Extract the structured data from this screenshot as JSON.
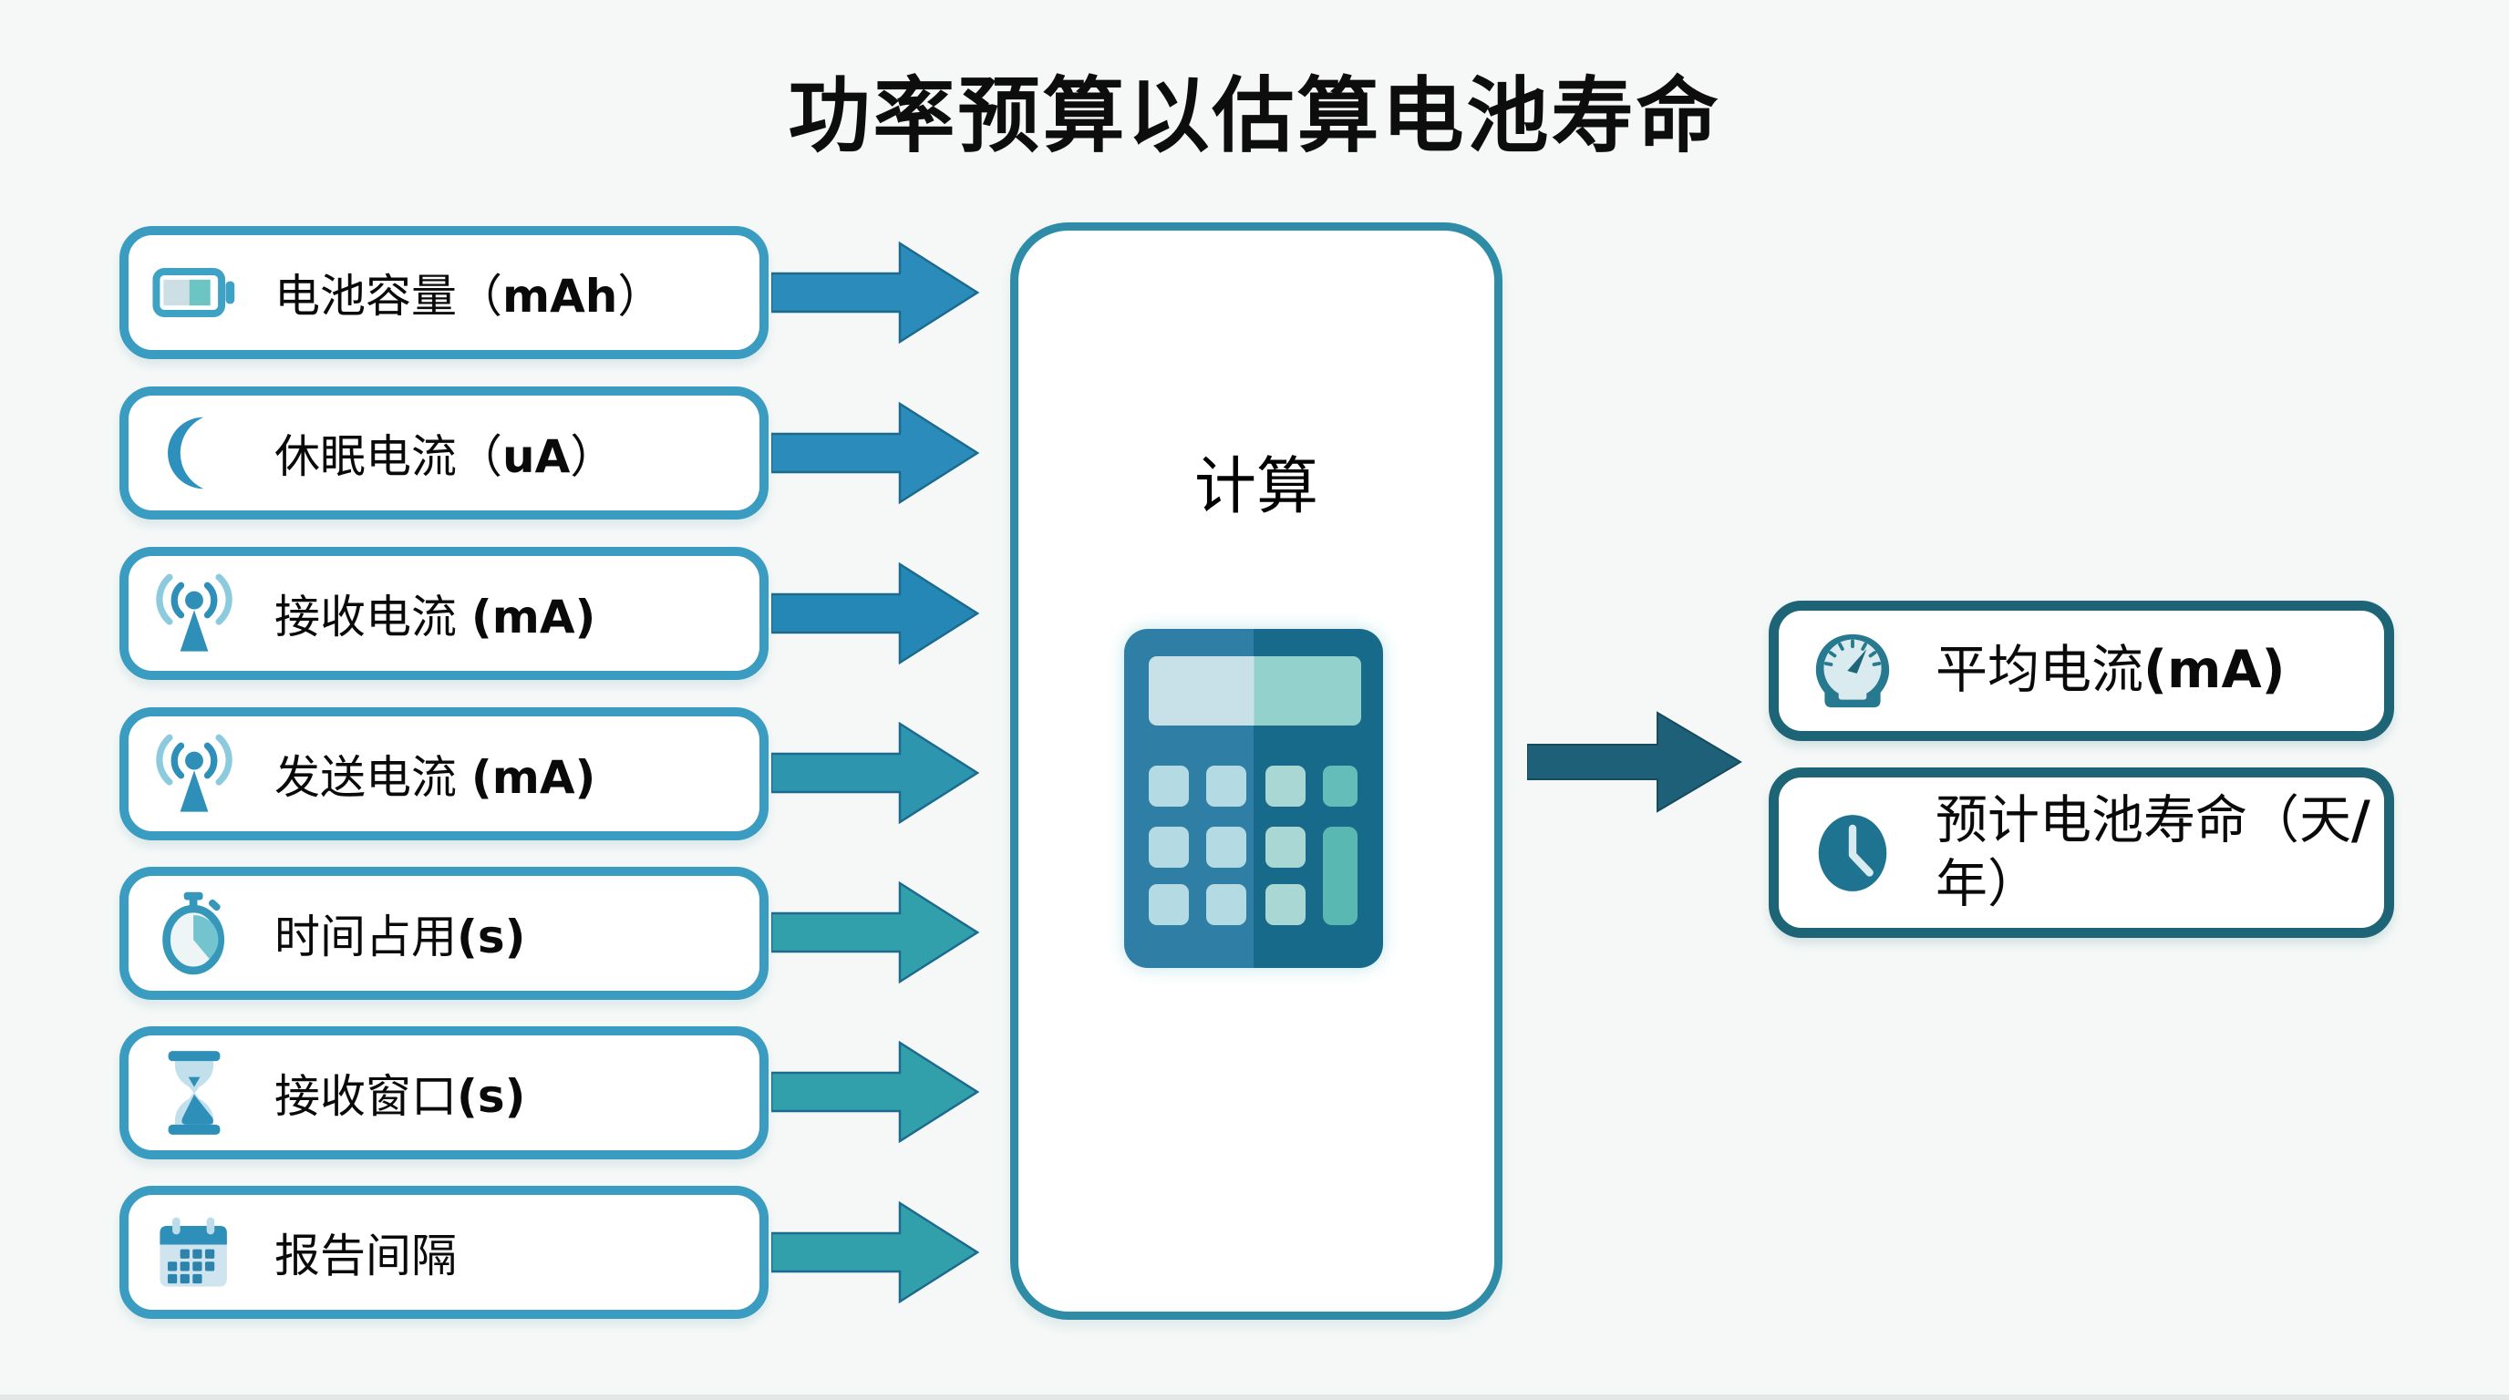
{
  "title": "功率预算以估算电池寿命",
  "palette": {
    "background": "#f5f8f7",
    "input_border": "#3a9cc0",
    "process_border": "#2e8ca6",
    "output_border": "#1e6477",
    "output_arrow": "#1d6077",
    "calculator_left": "#2e7ea5",
    "calculator_right": "#186a8a"
  },
  "inputs": [
    {
      "icon": "battery-icon",
      "pre": "电池容量（",
      "unit": "mAh",
      "post": "）",
      "arrow_color": "#2b8cbb"
    },
    {
      "icon": "moon-icon",
      "pre": "休眠电流（",
      "unit": "uA",
      "post": "）",
      "arrow_color": "#2b8cbb"
    },
    {
      "icon": "rx-antenna-icon",
      "pre": "接收电流 ",
      "unit": "(mA)",
      "post": "",
      "arrow_color": "#2487b6"
    },
    {
      "icon": "tx-antenna-icon",
      "pre": "发送电流 ",
      "unit": "(mA)",
      "post": "",
      "arrow_color": "#2e95af"
    },
    {
      "icon": "stopwatch-icon",
      "pre": "时间占用",
      "unit": "(s)",
      "post": "",
      "arrow_color": "#32a0ab"
    },
    {
      "icon": "hourglass-icon",
      "pre": "接收窗口",
      "unit": "(s)",
      "post": "",
      "arrow_color": "#32a0ab"
    },
    {
      "icon": "calendar-icon",
      "pre": "报告间隔",
      "unit": "",
      "post": "",
      "arrow_color": "#32a0ab"
    }
  ],
  "process": {
    "label": "计算",
    "icon": "calculator-icon"
  },
  "outputs": [
    {
      "icon": "gauge-icon",
      "pre": "平均电流",
      "unit": "(mA)",
      "post": ""
    },
    {
      "icon": "clock-icon",
      "pre": "预计电池寿命（天",
      "unit": "/",
      "post": "年）"
    }
  ]
}
